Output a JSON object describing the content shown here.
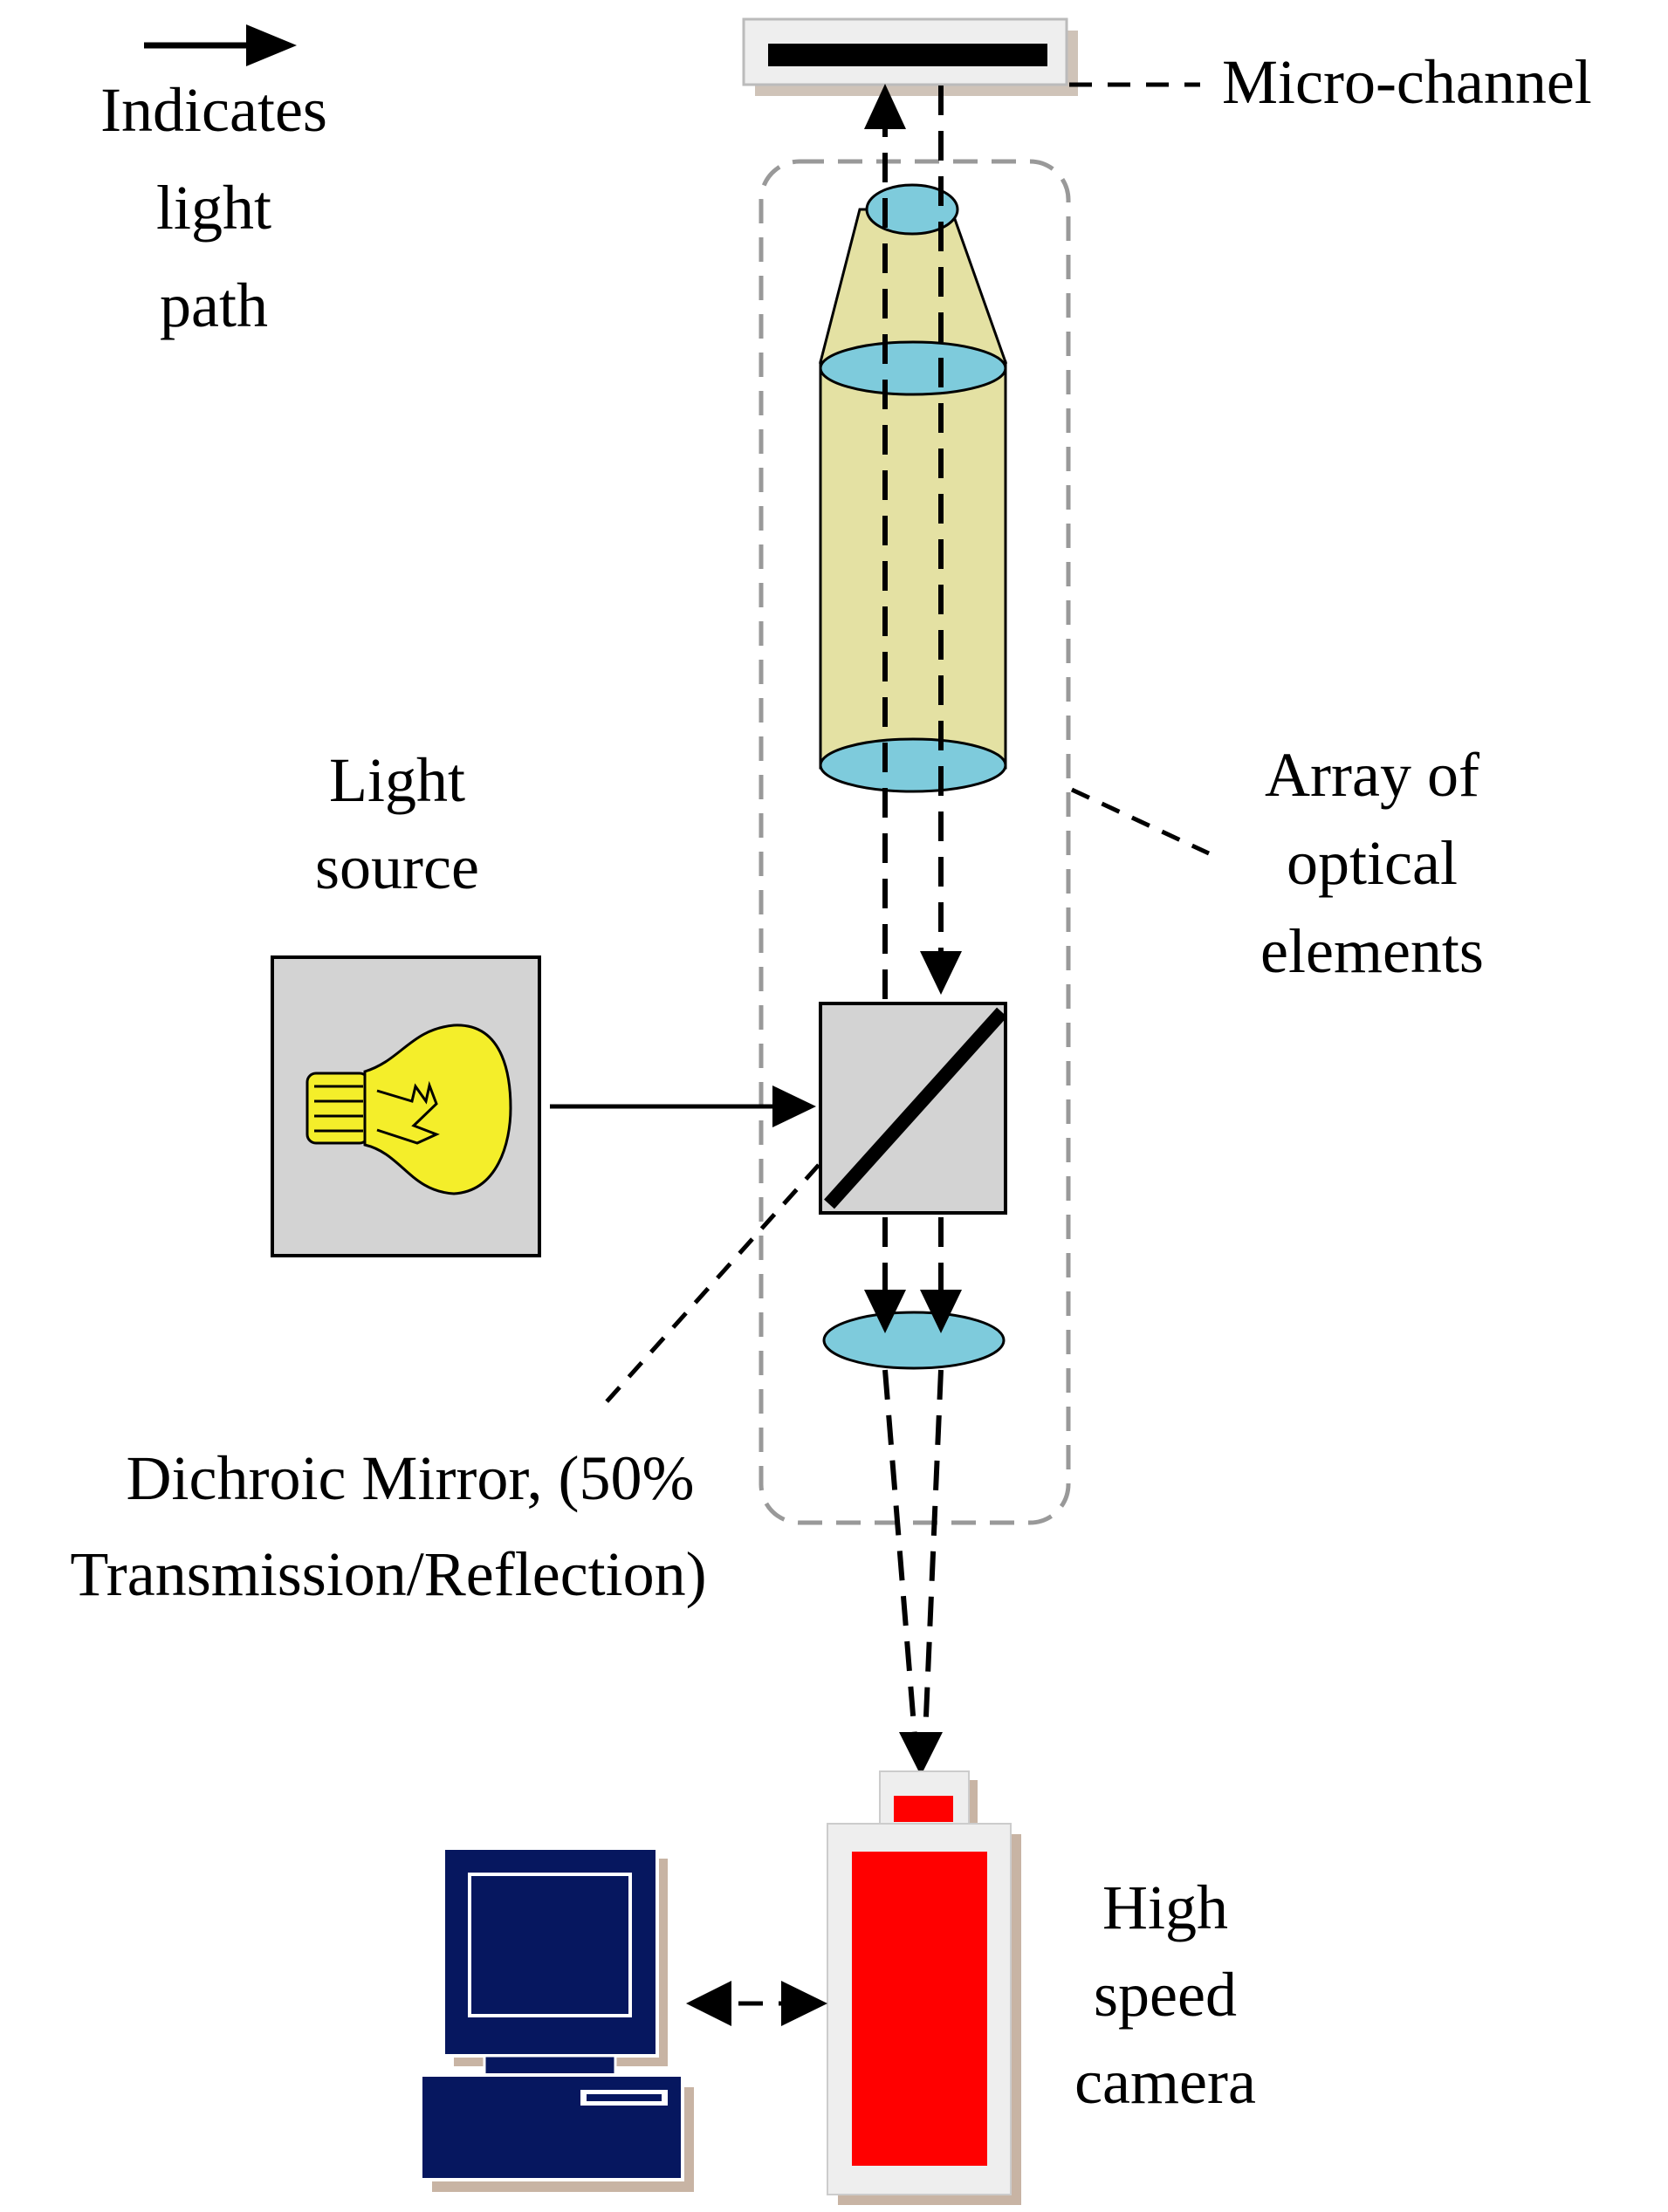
{
  "legend": {
    "lines": [
      "Indicates",
      "light",
      "path"
    ]
  },
  "labels": {
    "micro_channel": "Micro-channel",
    "array": [
      "Array of",
      "optical",
      "elements"
    ],
    "light_source": [
      "Light",
      "source"
    ],
    "dichroic": [
      "Dichroic Mirror, (50%",
      "Transmission/Reflection)"
    ],
    "camera": [
      "High",
      "speed",
      "camera"
    ]
  },
  "colors": {
    "lens_fill": "#7ecbdc",
    "objective_fill": "#e4e1a3",
    "bulb_fill": "#f4ee2a",
    "box_fill": "#d3d3d3",
    "camera_red": "#ff0000",
    "computer_blue": "#06175f",
    "shadow": "#c8b4a4",
    "dashed_gray": "#999999"
  },
  "icons": {
    "light_source": "light-bulb-icon",
    "computer": "computer-icon",
    "camera": "camera-icon"
  }
}
